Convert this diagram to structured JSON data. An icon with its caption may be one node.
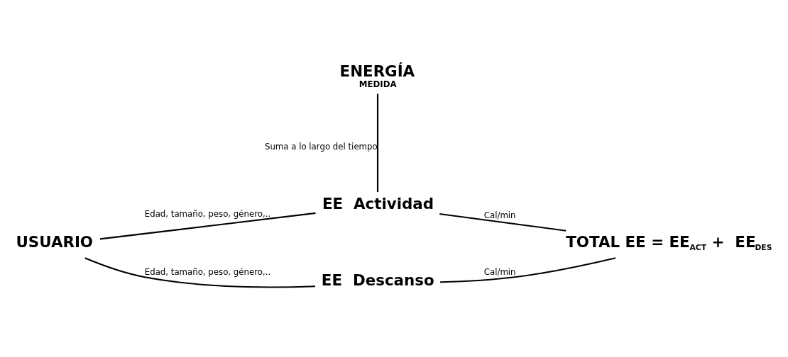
{
  "diagram": {
    "nodes": [
      {
        "text": [
          "ENERGÍA",
          "MEDIDA"
        ]
      },
      {
        "text": [
          "USUARIO"
        ]
      },
      {
        "text": [
          "EE  Actividad"
        ]
      },
      {
        "text": [
          "EE  Descanso"
        ]
      },
      {
        "text": [
          "TOTAL EE = EE$_{ACT}$ +  EE$_{DES}$"
        ]
      }
    ],
    "edges": [
      {
        "from": 0,
        "to": 2,
        "arrow": "none",
        "label": "Suma a lo largo del tiempo"
      },
      {
        "from": 1,
        "to": 2,
        "arrow": "none",
        "label": "Edad, tamaño, peso, género,.."
      },
      {
        "from": 1,
        "to": 3,
        "arrow": "none",
        "label": "Edad, tamaño, peso, género,.."
      },
      {
        "from": 2,
        "to": 4,
        "arrow": "none",
        "label": "Cal/min"
      },
      {
        "from": 3,
        "to": 4,
        "arrow": "none",
        "label": "Cal/min"
      }
    ]
  }
}
